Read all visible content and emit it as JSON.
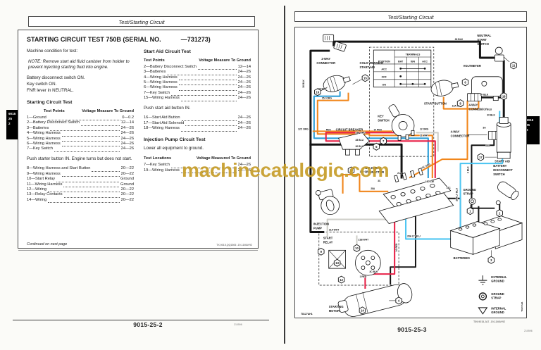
{
  "colors": {
    "watermark_gold": "#c79e2b",
    "wire_orange": "#f1861b",
    "wire_red": "#e82147",
    "wire_blue": "#2f9fd8",
    "wire_light_blue": "#4fc6f2",
    "wire_black": "#151515",
    "wire_white": "#cfcfc9"
  },
  "watermark": "machinecatalogic.com",
  "left_page": {
    "header": "Test/Starting Circuit",
    "tab": [
      "9015",
      "25",
      "2"
    ],
    "title": "STARTING CIRCUIT TEST 750B (SERIAL NO.",
    "serial": "—731273)",
    "col1": {
      "intro": "Machine condition for test:",
      "note": "NOTE: Remove start aid fluid canister from holder to prevent injecting starting fluid into engine.",
      "cond1": "Battery disconnect switch ON.",
      "cond2": "Key switch ON.",
      "cond3": "FNR lever in NEUTRAL.",
      "h_starting": "Starting Circuit Test",
      "th_points": "Test Points",
      "th_voltage": "Voltage Measure To Ground",
      "rows_a": [
        {
          "label": "1—Ground",
          "value": "0—0.2"
        },
        {
          "label": "2—Battery Disconnect Switch",
          "value": "12—14"
        },
        {
          "label": "3—Batteries",
          "value": "24—26"
        },
        {
          "label": "4—Wiring Harness",
          "value": "24—26"
        },
        {
          "label": "5—Wiring Harness",
          "value": "24—26"
        },
        {
          "label": "6—Wiring Harness",
          "value": "24—26"
        },
        {
          "label": "7—Key Switch",
          "value": "24—26"
        }
      ],
      "push_text": "Push starter button IN. Engine turns but does not start.",
      "rows_b": [
        {
          "label": "8—Wiring Harness and Start Button",
          "value": "20—22"
        },
        {
          "label": "9—Wiring Harness",
          "value": "20—22"
        },
        {
          "label": "10—Start Relay",
          "value": "Ground"
        },
        {
          "label": "11—Wiring Harness",
          "value": "Ground"
        },
        {
          "label": "12—Wiring",
          "value": "20—22"
        },
        {
          "label": "13—Relay Contacts",
          "value": "20—22"
        },
        {
          "label": "14—Wiring",
          "value": "20—22"
        }
      ],
      "continued": "Continued on next page"
    },
    "col2": {
      "h_start_aid": "Start Aid Circuit Test",
      "th_points": "Test Points",
      "th_voltage": "Voltage Measure To Ground",
      "rows_a": [
        {
          "label": "2—Battery Disconnect Switch",
          "value": "12—14"
        },
        {
          "label": "3—Batteries",
          "value": "24—26"
        },
        {
          "label": "4—Wiring Harness",
          "value": "24—26"
        },
        {
          "label": "5—Wiring Harness",
          "value": "24—26"
        },
        {
          "label": "6—Wiring Harness",
          "value": "24—26"
        },
        {
          "label": "7—Key Switch",
          "value": "24—26"
        },
        {
          "label": "15—Wiring Harness",
          "value": "24—26"
        }
      ],
      "push_text": "Push start aid button IN.",
      "rows_b": [
        {
          "label": "16—Start Aid Button",
          "value": "24—26"
        },
        {
          "label": "17—Start Aid Solenoid",
          "value": "24—26"
        },
        {
          "label": "18—Wiring Harness",
          "value": "24—26"
        }
      ],
      "h_injection": "Injection Pump Circuit Test",
      "lower_text": "Lower all equipment to ground.",
      "th_locations": "Test Locations",
      "th_voltage2": "Voltage Measured To Ground",
      "rows_c": [
        {
          "label": "7—Key Switch",
          "value": "24—26"
        },
        {
          "label": "19—Wiring Harness",
          "value": "24—26"
        }
      ],
      "doc_code": "TX,9015,QQ1506  -19-11MAY92"
    },
    "footer_page": "9015-25-2",
    "footer_code": "210596"
  },
  "right_page": {
    "header": "Test/Starting Circuit",
    "tab": [
      "9015",
      "25",
      "3"
    ],
    "footer_page": "9015-25-3",
    "footer_code": "210596",
    "doc_code": "T59,9015,JA7  -19-11MAY92",
    "fig_id": "T8127AH1",
    "fig_id_side": "T8127AH1",
    "terminals": {
      "title": "TERMINALS",
      "position_col": "POSITION",
      "bat": "BAT",
      "ign": "IGN",
      "acc": "ACC",
      "rows": [
        "ACC",
        "OFF",
        "ON"
      ]
    },
    "components": {
      "two_way": [
        "2-WAY",
        "CONNECTOR"
      ],
      "cold_weather": [
        "COLD WEATHER",
        "START AID"
      ],
      "key_switch": [
        "KEY",
        "SWITCH"
      ],
      "circuit_breaker": [
        "CIRCUIT BREAKER"
      ],
      "start_button": [
        "START BUTTON"
      ],
      "voltmeter": [
        "VOLTMETER"
      ],
      "neutral": [
        "NEUTRAL",
        "START",
        "SWITCH"
      ],
      "four_way_a": [
        "4-WAY",
        "CONNECTOR"
      ],
      "four_way_b": [
        "4-WAY",
        "CONNECTOR"
      ],
      "start_aid": [
        "START AID"
      ],
      "bds": [
        "BATTERY",
        "DISCONNECT",
        "SWITCH"
      ],
      "ground_strap": [
        "GROUND",
        "STRAP"
      ],
      "batteries": [
        "BATTERIES"
      ],
      "bulkhead": [
        "BULKHEAD",
        "CONNECTOR"
      ],
      "injection_pump": [
        "INJECTION",
        "PUMP"
      ],
      "start_relay": [
        "START",
        "RELAY"
      ],
      "starting_motor": [
        "STARTING",
        "MOTOR"
      ]
    },
    "legend": {
      "external": [
        "EXTERNAL",
        "GROUND"
      ],
      "strap": [
        "GROUND",
        "STRAP"
      ],
      "internal": [
        "INTERNAL",
        "GROUND"
      ]
    },
    "wires": {
      "w26blk": "26 BLK",
      "w30blk_left": "30 BLK",
      "w28blu_top": "28 BLU",
      "w15j_org": "15J ORG",
      "w12c_org": "12C ORG",
      "wred": "RED",
      "w13f_org": "13F ORG",
      "w28blu_mid": "28 BLU",
      "w30blk_mid": "30 BLK",
      "w10red_top": "10 RED",
      "w12org": "12 ORG",
      "w21wht": "21 WHT",
      "w13a_org": "13A ORG",
      "w3f_blk": "3F BLK",
      "w13c_org": "13C ORG",
      "w13d_org": "13D ORG",
      "w2blk": "2 BLK",
      "w28b_ltblu": "28B LT BLU",
      "w30blk_right": "30 BLK",
      "w3a": "3A",
      "w28a_term": "28A",
      "w28a_ltblu_v": "28A LT BLU",
      "w28a_ltblu_h": "28A LT BLU",
      "w21a_wht": "21A WHT",
      "w21b_wht": "21B WHT",
      "w1red": "1 RED",
      "w3c_blk": "3C BLK",
      "w10red_v": "10 RED"
    },
    "pins": {
      "p21a": "21A",
      "p3c": "3C",
      "p13de": "13D 13E",
      "p13c": "13C",
      "p28a": "28A"
    },
    "tp": {
      "t1": "1",
      "t2": "2",
      "t3": "3",
      "t4": "4",
      "t5": "5",
      "t6": "6",
      "t7": "7",
      "t8": "8",
      "t9": "9",
      "t10": "10",
      "t11": "11",
      "t12": "12",
      "t13": "13",
      "t14": "14",
      "t15": "15",
      "t16": "16",
      "t17": "17",
      "t18": "18",
      "t19": "19"
    }
  }
}
